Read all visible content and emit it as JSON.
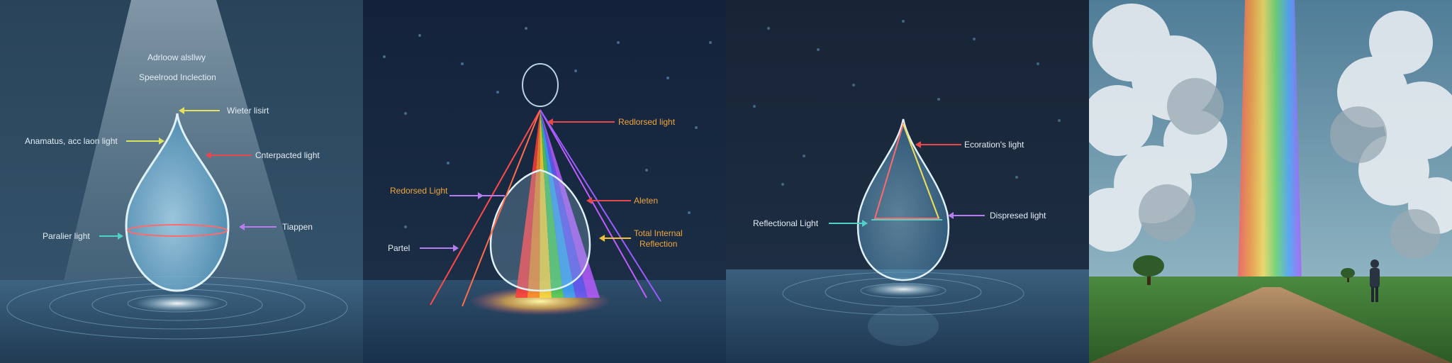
{
  "panel1": {
    "title_line1": "Adrloow alsllwy",
    "title_line2": "Speelrood Inclection",
    "labels": {
      "top_right": "Wieter lisirt",
      "left": "Anamatus, acc laon light",
      "right_upper": "Cnterpacted light",
      "bottom_left": "Paralier light",
      "bottom_right": "Tiappen"
    },
    "colors": {
      "water": "#2d4a62",
      "drop": "#7fb8d8"
    }
  },
  "panel2": {
    "labels": {
      "top_right": "Redlorsed light",
      "left_mid": "Redorsed Light",
      "right_mid": "Aleten",
      "right_low_1": "Total Internal",
      "right_low_2": "Reflection",
      "left_low": "Partel"
    },
    "colors": {
      "label": "#f0a63c",
      "background": "#15243a"
    }
  },
  "panel3": {
    "labels": {
      "top_right": "Ecoration's light",
      "left": "Reflectional Light",
      "right": "Dispresed light"
    },
    "colors": {
      "background": "#1b2738"
    }
  },
  "panel4": {
    "colors": {
      "sky": "#6f97ab",
      "grass": "#3f7a3a",
      "road": "#8a6a49"
    }
  }
}
